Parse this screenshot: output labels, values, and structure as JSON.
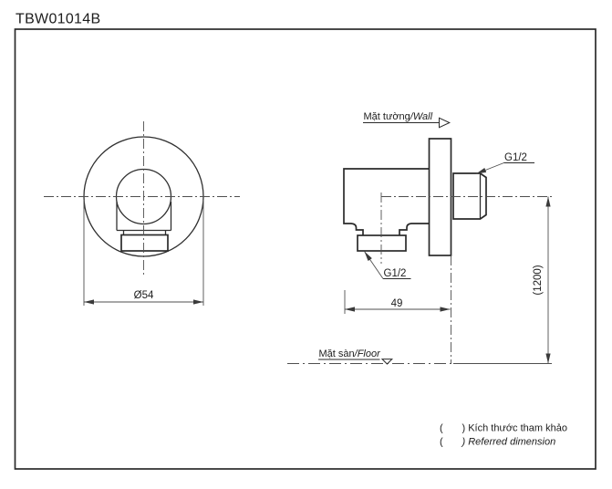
{
  "title": "TBW01014B",
  "front_view": {
    "diameter_label": "Ø54"
  },
  "side_view": {
    "wall_label_vi": "Mặt tường",
    "wall_label_en": "/Wall",
    "floor_label_vi": "Mặt sàn",
    "floor_label_en": "/Floor",
    "thread_wall_label": "G1/2",
    "thread_shower_label": "G1/2",
    "depth_dim_label": "49",
    "height_dim_label": "(1200)"
  },
  "notes": {
    "paren_open": "(",
    "line1_text": ") Kích thước tham khảo",
    "line2_text": ") Referred dimension"
  },
  "colors": {
    "object_line": "#2a2a2a",
    "thin_line": "#4f4f4f",
    "text": "#1c1c1c",
    "background": "#ffffff"
  }
}
